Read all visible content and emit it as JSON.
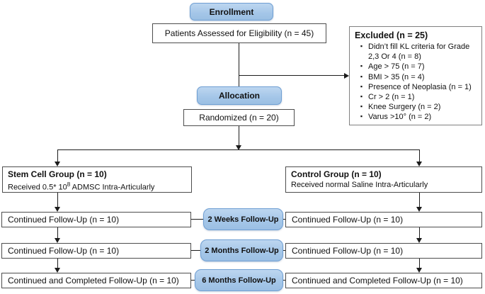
{
  "colors": {
    "blue_fill": "#a4c6e8",
    "blue_border": "#6f9fd3",
    "box_border": "#4d4d4d",
    "line": "#1c1c1c"
  },
  "enrollment": {
    "stage_label": "Enrollment",
    "assessed": "Patients Assessed for Eligibility (n = 45)"
  },
  "excluded": {
    "title": "Excluded (n = 25)",
    "items": [
      "Didn’t fill KL criteria for Grade 2,3 Or 4 (n = 8)",
      "Age > 75 (n = 7)",
      "BMI > 35 (n = 4)",
      "Presence of Neoplasia (n = 1)",
      "Cr > 2 (n = 1)",
      "Knee Surgery (n = 2)",
      "Varus >10° (n = 2)"
    ]
  },
  "allocation": {
    "stage_label": "Allocation",
    "randomized": "Randomized (n = 20)"
  },
  "groups": {
    "left": {
      "title": "Stem Cell Group (n = 10)",
      "subtitle_pre": "Received 0.5* 10",
      "subtitle_sup": "8",
      "subtitle_post": " ADMSC Intra-Articularly"
    },
    "right": {
      "title": "Control Group (n = 10)",
      "subtitle": "Received normal Saline Intra-Articularly"
    }
  },
  "followups": [
    {
      "stage": "2 Weeks Follow-Up",
      "left": "Continued Follow-Up (n = 10)",
      "right": "Continued Follow-Up (n = 10)"
    },
    {
      "stage": "2 Months Follow-Up",
      "left": "Continued Follow-Up (n = 10)",
      "right": "Continued Follow-Up (n = 10)"
    },
    {
      "stage": "6 Months Follow-Up",
      "left": "Continued and Completed Follow-Up (n = 10)",
      "right": "Continued and Completed Follow-Up (n = 10)"
    }
  ]
}
